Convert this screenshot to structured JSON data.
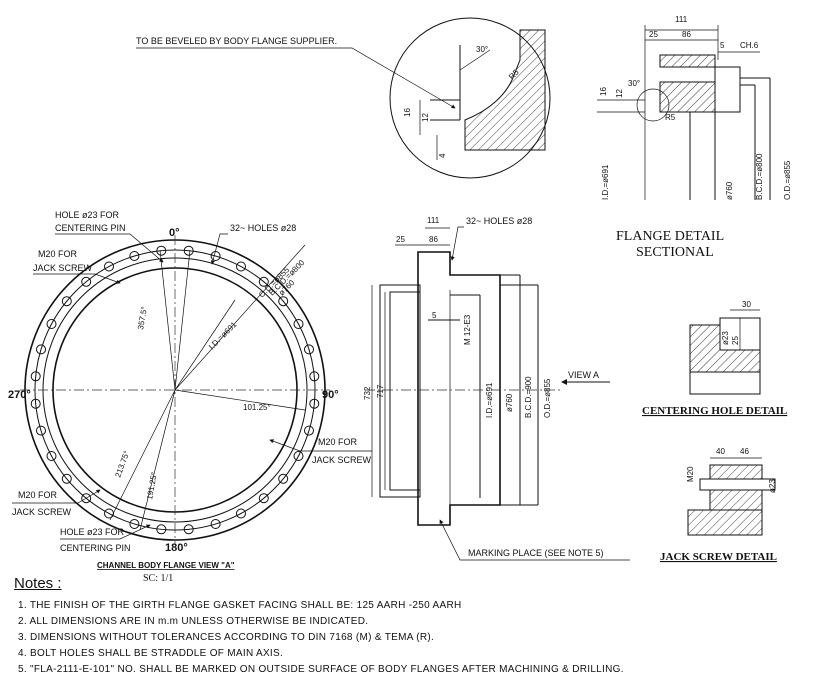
{
  "callouts": {
    "bevel": "TO BE BEVELED BY BODY FLANGE SUPPLIER.",
    "hole23_top": [
      "HOLE ø23 FOR",
      "CENTERING PIN"
    ],
    "m20_top": [
      "M20 FOR",
      "JACK SCREW"
    ],
    "holes32_front": "32~ HOLES ø28",
    "holes32_side": "32~ HOLES ø28",
    "m20_right": [
      "M20 FOR",
      "JACK SCREW"
    ],
    "m20_bottom": [
      "M20 FOR",
      "JACK SCREW"
    ],
    "hole23_bottom": [
      "HOLE ø23 FOR",
      "CENTERING PIN"
    ],
    "marking": "MARKING PLACE (SEE NOTE 5)",
    "view_a": "VIEW A"
  },
  "angles": {
    "top": "0°",
    "right": "90°",
    "bottom": "180°",
    "left": "270°"
  },
  "front_view": {
    "title": "CHANNEL BODY FLANGE VIEW \"A\"",
    "scale": "SC: 1/1",
    "dims": {
      "a357": "357.5°",
      "id": "I.D.=ø691",
      "od": "O.D.=ø855",
      "bcd": "B.C.D.=ø800",
      "d760": "ø760",
      "a101": "101.25°",
      "a213": "213.75°",
      "a191": "191.25°"
    }
  },
  "detail_circle": {
    "angle": "30°",
    "radius": "R5",
    "d16": "16",
    "d12": "12",
    "d4": "4"
  },
  "flange_detail": {
    "title": "FLANGE DETAIL",
    "subtitle": "SECTIONAL",
    "dims": {
      "w111": "111",
      "w25": "25",
      "w86": "86",
      "w5": "5",
      "ch6": "CH.6",
      "h16": "16",
      "h12": "12",
      "a30": "30°",
      "r5": "R5",
      "id": "I.D.=ø691",
      "d760": "ø760",
      "bcd": "B.C.D.=ø800",
      "od": "O.D.=ø855"
    }
  },
  "side_view": {
    "dims": {
      "w111": "111",
      "w25": "25",
      "w86": "86",
      "d5": "5",
      "m12": "M 12-E3",
      "h732": "732",
      "h717": "717",
      "id": "I.D.=ø691",
      "d760": "ø760",
      "bcd": "B.C.D.=900",
      "od": "O.D.=ø855"
    }
  },
  "centering_detail": {
    "title": "CENTERING HOLE DETAIL",
    "w30": "30",
    "d23": "ø23",
    "d25": "25"
  },
  "jack_detail": {
    "title": "JACK SCREW DETAIL",
    "w40": "40",
    "w46": "46",
    "m20": "M20",
    "d23": "ø23"
  },
  "notes": {
    "heading": "Notes :",
    "items": [
      "1.  THE FINISH OF THE GIRTH FLANGE GASKET FACING SHALL BE: 125 AARH  -250 AARH",
      "2.  ALL DIMENSIONS ARE IN m.m UNLESS OTHERWISE BE INDICATED.",
      "3.  DIMENSIONS WITHOUT TOLERANCES ACCORDING TO DIN 7168 (M) & TEMA (R).",
      "4.  BOLT HOLES SHALL BE STRADDLE OF MAIN AXIS.",
      "5.  \"FLA-2111-E-101\" NO. SHALL BE MARKED ON OUTSIDE SURFACE OF BODY FLANGES AFTER MACHINING & DRILLING."
    ]
  }
}
